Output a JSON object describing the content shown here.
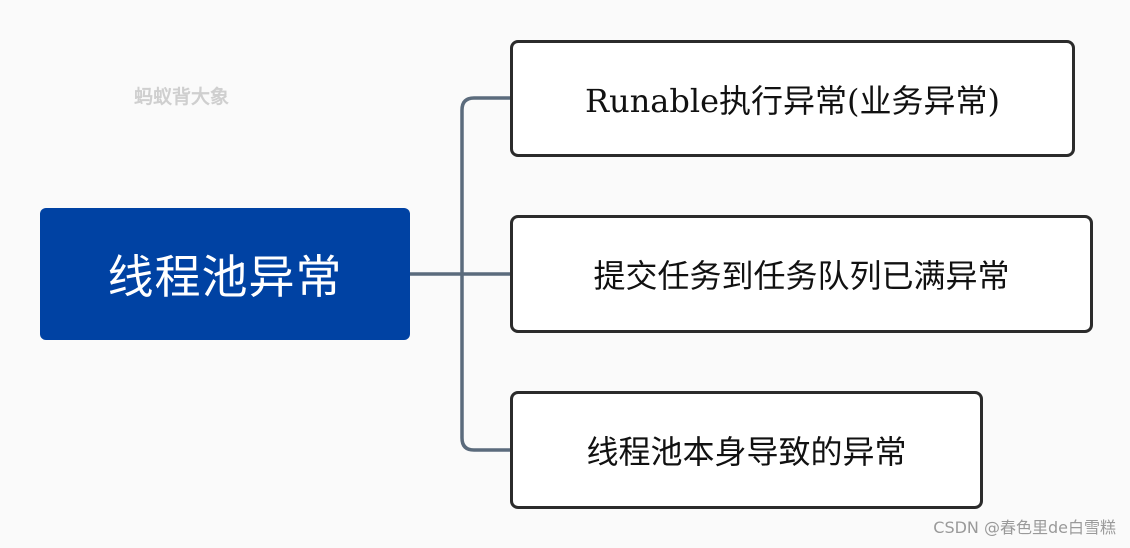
{
  "watermark_top": "蚂蚁背大象",
  "root": {
    "label": "线程池异常",
    "color": "#0042a3"
  },
  "children": [
    {
      "label": "Runable执行异常(业务异常)"
    },
    {
      "label": "提交任务到任务队列已满异常"
    },
    {
      "label": "线程池本身导致的异常"
    }
  ],
  "connector_color": "#5b6b7c",
  "credit_watermark": "CSDN @春色里de白雪糕"
}
